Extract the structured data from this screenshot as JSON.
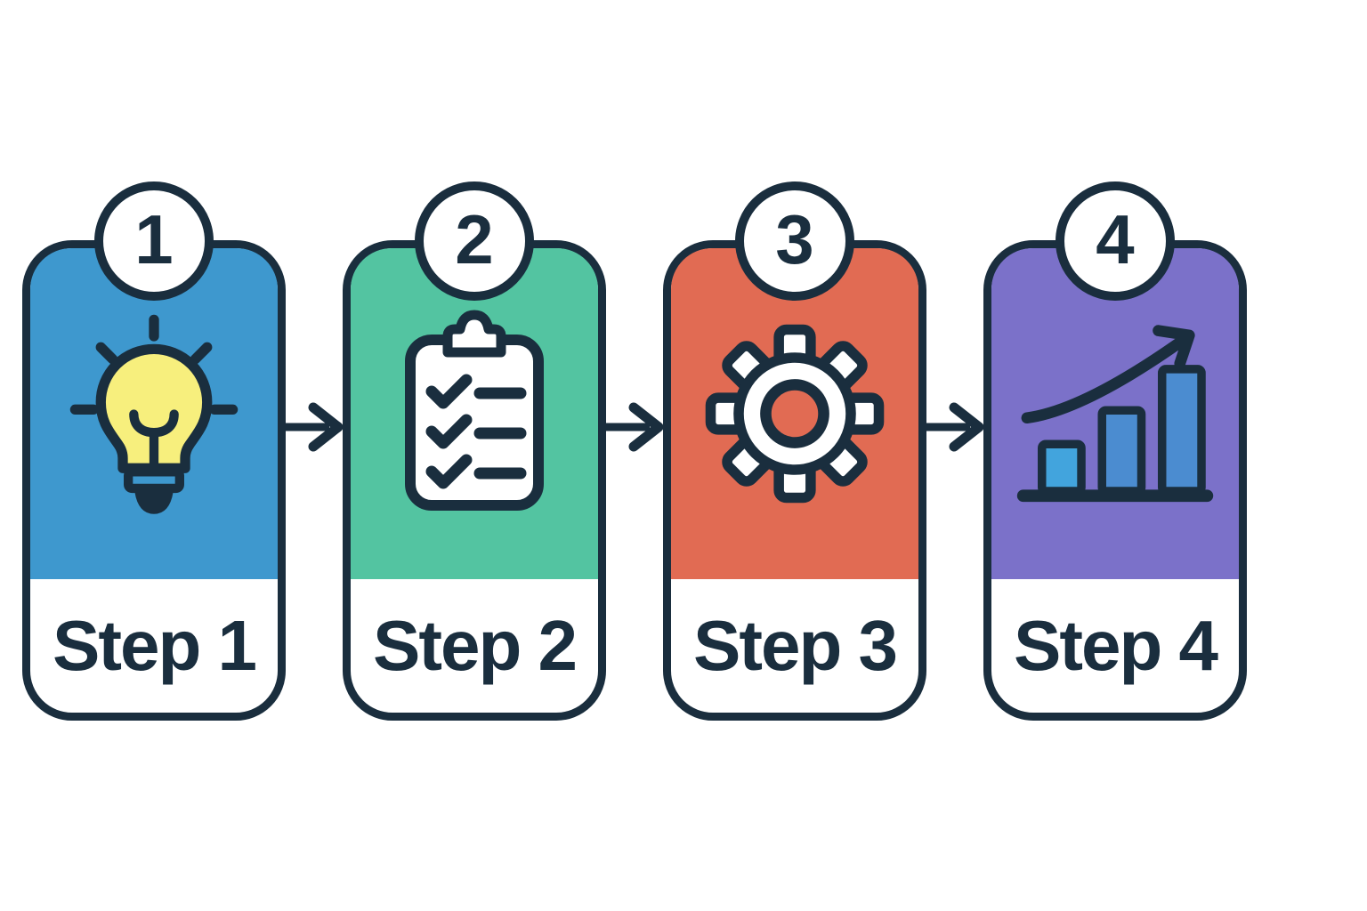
{
  "diagram": {
    "type": "process-flow",
    "direction": "left-to-right",
    "colors": {
      "outline_navy": "#1a2e3e",
      "background": "#ffffff",
      "badge_fill": "#ffffff",
      "bulb_yellow": "#f7ef7d",
      "bar_blue_light": "#42a4dd",
      "bar_blue": "#4b8cd0"
    },
    "steps": [
      {
        "number": "1",
        "label": "Step 1",
        "color": "#3e98ce",
        "icon": "lightbulb-icon"
      },
      {
        "number": "2",
        "label": "Step 2",
        "color": "#53c4a1",
        "icon": "clipboard-checklist-icon"
      },
      {
        "number": "3",
        "label": "Step 3",
        "color": "#e16b53",
        "icon": "gear-icon"
      },
      {
        "number": "4",
        "label": "Step 4",
        "color": "#7b71c9",
        "icon": "growth-chart-icon"
      }
    ],
    "arrows": {
      "count": 3,
      "color": "#1a2e3e",
      "direction": "right"
    }
  }
}
